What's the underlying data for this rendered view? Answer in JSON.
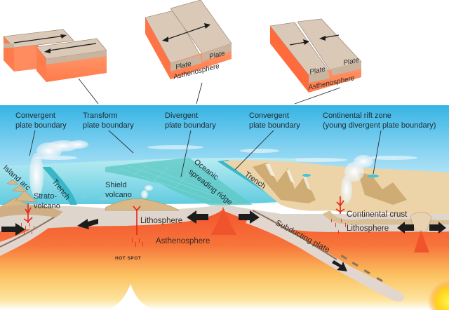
{
  "figure": {
    "title": "Plate tectonics boundaries diagram",
    "colors": {
      "sky_top": "#3ab8e6",
      "sky_bottom": "#d8f0fb",
      "ocean": "#7fd3e4",
      "ridge": "#5fc9c4",
      "land": "#e9cfa2",
      "lithosphere": "#ded5cc",
      "asthenosphere": "#f5603a",
      "mantle_warm": "#fbc75a",
      "block_top": "#d9c7b6",
      "block_side": "#ff8a5e",
      "arrow": "#1c1c1c",
      "magma": "#e8231a"
    }
  },
  "insets": [
    {
      "id": "transform",
      "arrows": "opposing-parallel",
      "labels": []
    },
    {
      "id": "divergent",
      "arrows": "outward",
      "labels": [
        "Plate",
        "Plate",
        "Asthenosphere"
      ]
    },
    {
      "id": "convergent",
      "arrows": "inward",
      "labels": [
        "Plate",
        "Plate",
        "Asthenosphere"
      ]
    }
  ],
  "labels": {
    "convergent_left": [
      "Convergent",
      "plate boundary"
    ],
    "transform": [
      "Transform",
      "plate boundary"
    ],
    "divergent": [
      "Divergent",
      "plate boundary"
    ],
    "convergent_right": [
      "Convergent",
      "plate boundary"
    ],
    "rift": [
      "Continental rift zone",
      "(young divergent plate boundary)"
    ],
    "island_arc": "Island arc",
    "trench_left": "Trench",
    "strato": [
      "Strato-",
      "volcano"
    ],
    "shield": [
      "Shield",
      "volcano"
    ],
    "oceanic_ridge": [
      "Oceanic",
      "spreading ridge"
    ],
    "trench_right": "Trench",
    "lithosphere_mid": "Lithosphere",
    "asthenosphere": "Asthenosphere",
    "hot_spot": "HOT SPOT",
    "subducting_plate": "Subducting plate",
    "continental_crust": "Continental crust",
    "lithosphere_right": "Lithosphere"
  }
}
